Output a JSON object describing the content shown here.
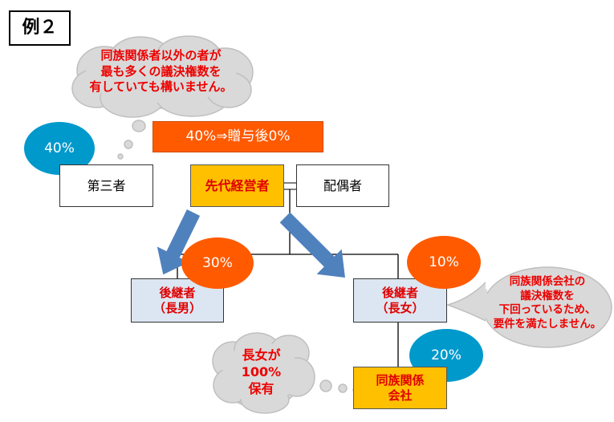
{
  "example_label": "例２",
  "top_cloud_lines": [
    "同族関係者以外の者が",
    "最も多くの議決権数を",
    "有していても構いません。"
  ],
  "transfer_label": "40%⇒贈与後0%",
  "third_party": {
    "pct": "40%",
    "label": "第三者"
  },
  "predecessor": "先代経営者",
  "spouse": "配偶者",
  "son": {
    "pct": "30%",
    "line1": "後継者",
    "line2": "（長男）"
  },
  "daughter": {
    "pct": "10%",
    "line1": "後継者",
    "line2": "（長女）"
  },
  "company": {
    "pct": "20%",
    "line1": "同族関係",
    "line2": "会社"
  },
  "right_callout_lines": [
    "同族関係会社の",
    "議決権数を",
    "下回っているため、",
    "要件を満たしません。"
  ],
  "bottom_cloud_lines": [
    "長女が",
    "100%",
    "保有"
  ],
  "colors": {
    "orange": "#ff5a00",
    "gold": "#ffc000",
    "blue": "#0099cc",
    "arrow": "#4f81bd",
    "red_text": "#e00000",
    "successor_bg": "#dce6f2",
    "cloud": "#d9d9d9"
  }
}
